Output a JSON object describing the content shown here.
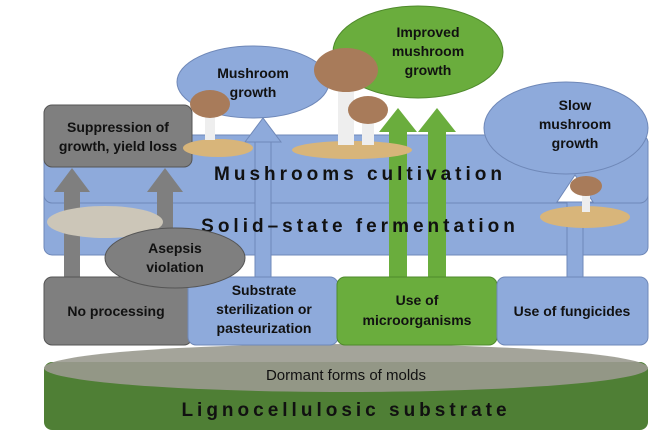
{
  "colors": {
    "blue": "#8eaadb",
    "gray": "#7f7f7f",
    "green": "#6aad3d",
    "base": "#4f7f35"
  },
  "outcomes": {
    "suppression": [
      "Suppression of",
      "growth, yield loss"
    ],
    "mushroom_growth": [
      "Mushroom",
      "growth"
    ],
    "improved": [
      "Improved",
      "mushroom",
      "growth"
    ],
    "slow": [
      "Slow",
      "mushroom",
      "growth"
    ]
  },
  "bands": {
    "cultivation": "Mushrooms cultivation",
    "fermentation": "Solid–state fermentation"
  },
  "asepsis": [
    "Asepsis",
    "violation"
  ],
  "treatments": {
    "none": [
      "No processing"
    ],
    "sterilization": [
      "Substrate",
      "sterilization or",
      "pasteurization"
    ],
    "microorganisms": [
      "Use of",
      "microorganisms"
    ],
    "fungicides": [
      "Use of fungicides"
    ]
  },
  "base": {
    "molds": "Dormant forms of molds",
    "substrate": "Lignocellulosic substrate"
  }
}
